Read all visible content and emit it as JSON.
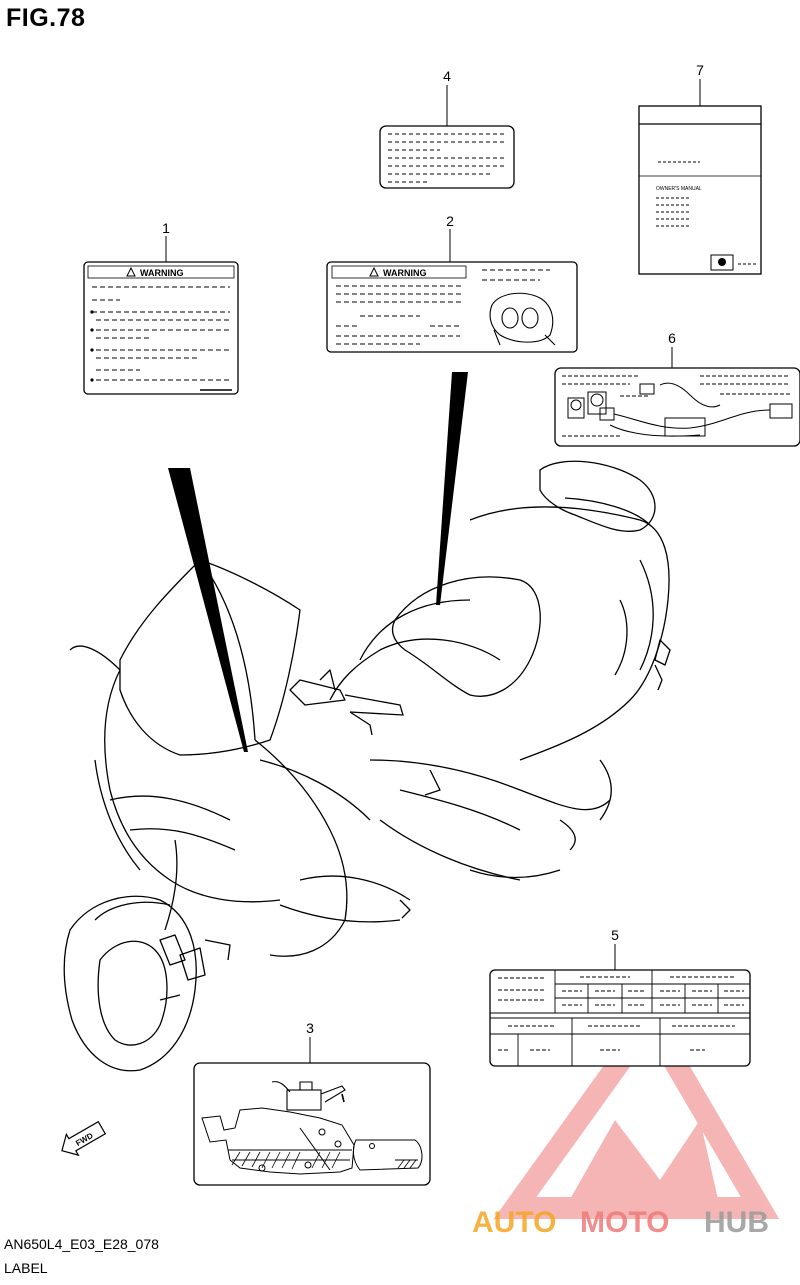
{
  "figure": {
    "title": "FIG.78",
    "code": "AN650L4_E03_E28_078",
    "name": "LABEL"
  },
  "callouts": [
    {
      "id": "1",
      "part": "warning-label-1"
    },
    {
      "id": "2",
      "part": "warning-label-2"
    },
    {
      "id": "3",
      "part": "oil-label"
    },
    {
      "id": "4",
      "part": "info-label"
    },
    {
      "id": "5",
      "part": "tire-info-table-label"
    },
    {
      "id": "6",
      "part": "wiring-label"
    },
    {
      "id": "7",
      "part": "owners-manual"
    }
  ],
  "labels": {
    "warning_1": "WARNING",
    "warning_2": "WARNING",
    "manual_text": "OWNER'S MANUAL",
    "direction": "FWD"
  },
  "watermark": {
    "part1": "AUTO",
    "part2": "MOTO",
    "part3": "HUB",
    "colors": {
      "triangle": "#f07a7a",
      "orange": "#f5a623",
      "gray": "#9a9a9a"
    }
  }
}
